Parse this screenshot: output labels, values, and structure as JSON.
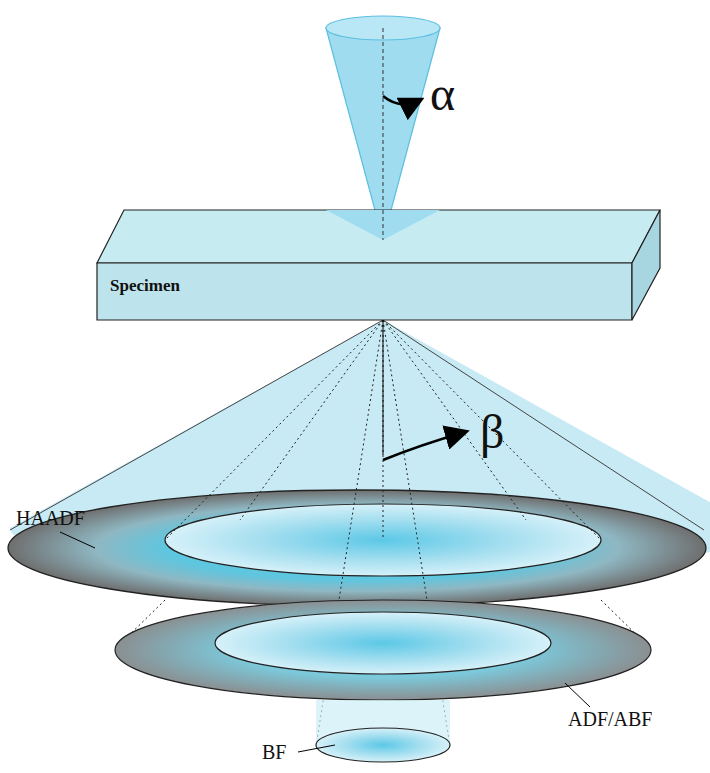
{
  "diagram": {
    "nodes": [
      {
        "text": [
          "Specimen"
        ]
      }
    ],
    "labels": [
      "α",
      "β",
      "HAADF",
      "ADF/ABF",
      "BF"
    ]
  }
}
